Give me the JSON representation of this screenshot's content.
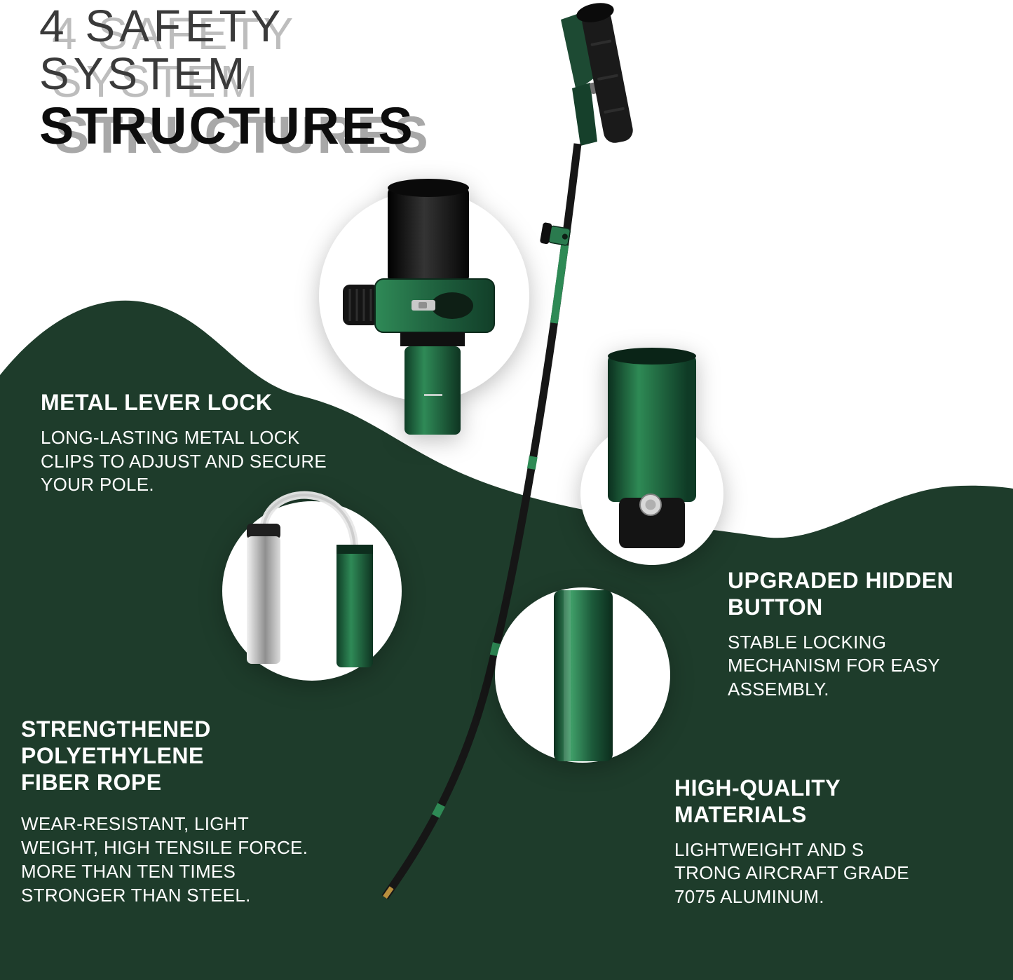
{
  "title": {
    "line1": "4 SAFETY",
    "line2": "SYSTEM",
    "line3": "STRUCTURES"
  },
  "features": [
    {
      "id": "metal-lever-lock",
      "heading": "METAL LEVER LOCK",
      "body": "LONG-LASTING METAL LOCK\nCLIPS TO ADJUST AND SECURE\nYOUR POLE."
    },
    {
      "id": "upgraded-hidden-button",
      "heading": "UPGRADED HIDDEN\nBUTTON",
      "body": "STABLE LOCKING\nMECHANISM FOR EASY\nASSEMBLY."
    },
    {
      "id": "strengthened-polyethylene-fiber-rope",
      "heading": "STRENGTHENED\nPOLYETHYLENE\nFIBER ROPE",
      "body": "WEAR-RESISTANT, LIGHT\nWEIGHT, HIGH TENSILE FORCE.\nMORE THAN TEN TIMES\nSTRONGER THAN STEEL."
    },
    {
      "id": "high-quality-materials",
      "heading": "HIGH-QUALITY\nMATERIALS",
      "body": "LIGHTWEIGHT AND S\nTRONG AIRCRAFT GRADE\n7075 ALUMINUM."
    }
  ],
  "illustrations": {
    "pole": "trekking-pole-product-photo",
    "callouts": [
      "metal-lever-lock-closeup",
      "polyethylene-rope-closeup",
      "hidden-button-closeup",
      "aluminum-tube-closeup"
    ]
  },
  "colors": {
    "background_green": "#1e3c2b",
    "accent_green": "#2e8a55",
    "dark_green": "#0f3b26",
    "title_black": "#0c0c0c",
    "title_shadow_gray": "#a8a8a8",
    "text_white": "#ffffff",
    "tip_gold": "#b98f3e"
  }
}
